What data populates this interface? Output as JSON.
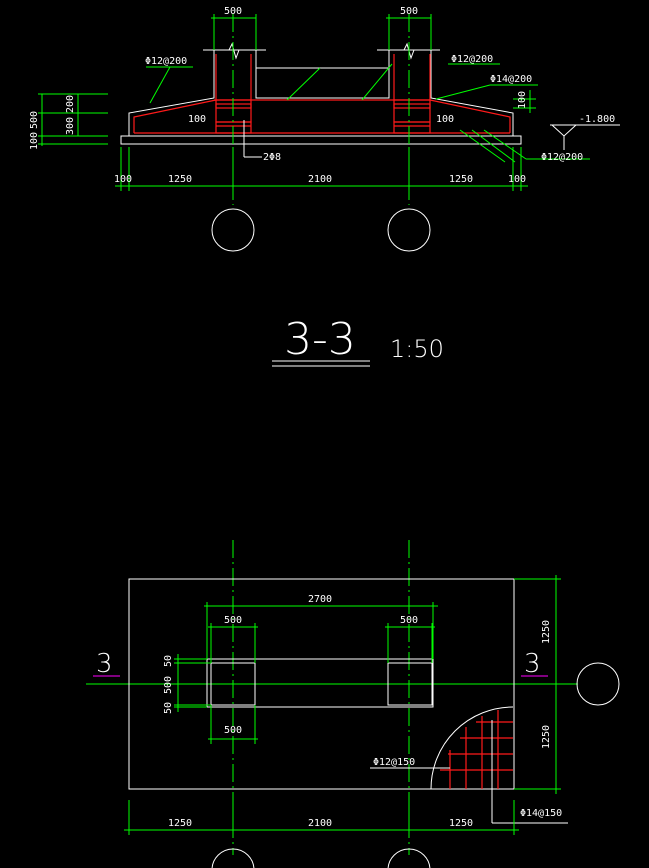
{
  "section": {
    "title": "3-3",
    "scale": "1:50",
    "dims": {
      "top_col_width": "500",
      "left_height_total": "500",
      "left_height_slope": "200",
      "left_height_base": "300",
      "left_height_pad": "100",
      "bottom_edge": "100",
      "bottom_left": "1250",
      "bottom_mid": "2100",
      "bottom_right": "1250",
      "cover_left": "100",
      "cover_right": "100",
      "right_small": "100"
    },
    "rebar": {
      "top_left": "Φ12@200",
      "top_right": "Φ12@200",
      "side_right": "Φ14@200",
      "bottom_right": "Φ12@200",
      "beam_bars": "2Φ8"
    },
    "elevation": "-1.800"
  },
  "plan": {
    "section_mark": "3",
    "dims": {
      "overall_between": "2700",
      "col_left": "500",
      "col_right": "500",
      "col_bottom": "500",
      "beam_top": "50",
      "beam_depth": "500",
      "beam_bottom": "50",
      "half_top": "1250",
      "half_bottom": "1250",
      "bottom_left": "1250",
      "bottom_mid": "2100",
      "bottom_right": "1250"
    },
    "rebar": {
      "mesh_x": "Φ12@150",
      "mesh_y": "Φ14@150"
    }
  },
  "colors": {
    "background": "#000000",
    "dimension": "#00ff00",
    "outline": "#ffffff",
    "rebar": "#ff1a1a",
    "section_mark_underline": "#ff00ff"
  }
}
